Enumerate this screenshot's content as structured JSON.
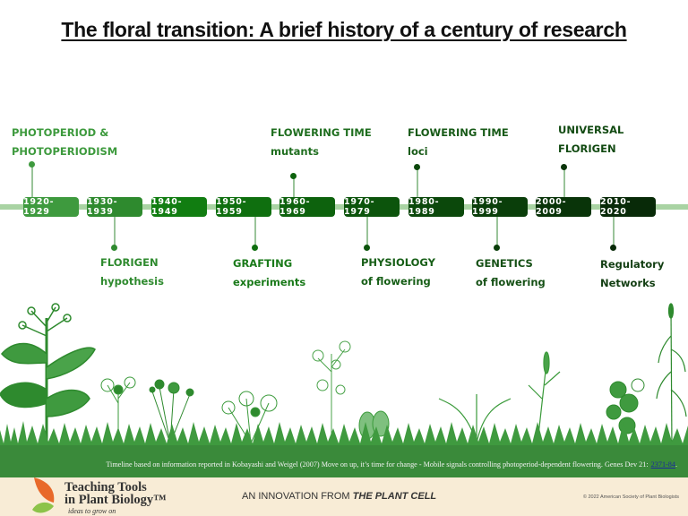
{
  "title": "The floral transition: A brief history of a century of research",
  "colors": {
    "timeline_bar": "#a9d3a3",
    "label_light": "#3d9a3d",
    "label_dark": "#1f5c1f",
    "citation_bar": "#3a8a3a",
    "footer_bg": "#f8ecd6"
  },
  "timeline": {
    "decades": [
      {
        "label": "1920-1929",
        "color": "#3e9a3e"
      },
      {
        "label": "1930-1939",
        "color": "#2e8a2e"
      },
      {
        "label": "1940-1949",
        "color": "#117d11"
      },
      {
        "label": "1950-1959",
        "color": "#0f6f0f"
      },
      {
        "label": "1960-1969",
        "color": "#0d620d"
      },
      {
        "label": "1970-1979",
        "color": "#0c540c"
      },
      {
        "label": "1980-1989",
        "color": "#0b480b"
      },
      {
        "label": "1990-1999",
        "color": "#0a3e0a"
      },
      {
        "label": "2000-2009",
        "color": "#093409"
      },
      {
        "label": "2010-2020",
        "color": "#082a08"
      }
    ],
    "events_above": [
      {
        "line1": "PHOTOPERIOD &",
        "line2": "PHOTOPERIODISM",
        "decade": "1920-1929"
      },
      {
        "line1": "FLOWERING TIME",
        "line2": "mutants",
        "decade": "1960-1969"
      },
      {
        "line1": "FLOWERING TIME",
        "line2": "loci",
        "decade": "1980-1989"
      },
      {
        "line1": "UNIVERSAL",
        "line2": "FLORIGEN",
        "decade": "2000-2009"
      }
    ],
    "events_below": [
      {
        "line1": "FLORIGEN",
        "line2": "hypothesis",
        "decade": "1930-1939"
      },
      {
        "line1": "GRAFTING",
        "line2": "experiments",
        "decade": "1950-1959"
      },
      {
        "line1": "PHYSIOLOGY",
        "line2": "of flowering",
        "decade": "1970-1979"
      },
      {
        "line1": "GENETICS",
        "line2": "of flowering",
        "decade": "1990-1999"
      },
      {
        "line1": "Regulatory",
        "line2": "Networks",
        "decade": "2010-2020"
      }
    ]
  },
  "citation": {
    "text": "Timeline based on information reported in  Kobayashi and Weigel (2007) Move on up, it’s time for change - Mobile signals controlling photoperiod-dependent flowering. Genes Dev 21:",
    "link": "2371-84",
    "suffix": "."
  },
  "footer": {
    "logo_line1": "Teaching Tools",
    "logo_line2": "in Plant Biology™",
    "logo_tagline": "ideas to grow on",
    "innovation_prefix": "AN INNOVATION FROM ",
    "innovation_brand": "THE PLANT CELL",
    "copyright": "©  2022 American Society of Plant Biologists"
  }
}
